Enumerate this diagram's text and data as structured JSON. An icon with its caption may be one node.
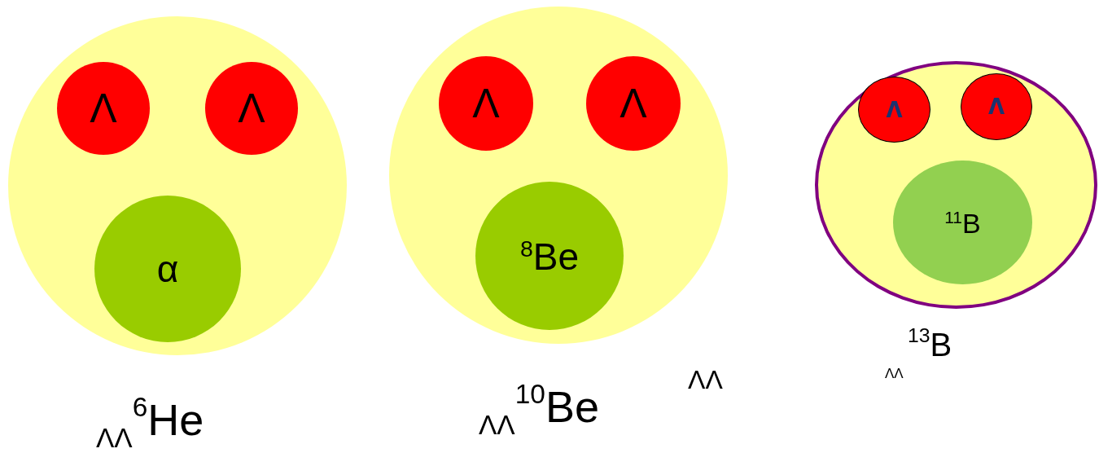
{
  "diagram": {
    "nodes": [
      {
        "text": [],
        "shape": "circle",
        "beside": [
          "$_{ΛΛ}$$^{6}$He"
        ]
      },
      {
        "text": [
          "Λ"
        ],
        "in": 0
      },
      {
        "text": [
          "Λ"
        ],
        "in": 0
      },
      {
        "text": [
          "α"
        ],
        "in": 0
      },
      {
        "text": [],
        "shape": "circle",
        "beside": [
          "$_{ΛΛ}$$^{10}$Be"
        ]
      },
      {
        "text": [
          "Λ"
        ],
        "in": 4
      },
      {
        "text": [
          "Λ"
        ],
        "in": 4
      },
      {
        "text": [
          "$^{8}$Be"
        ],
        "in": 4
      },
      {
        "text": [],
        "shape": "circle",
        "beside": [
          "$^{13}$B"
        ]
      },
      {
        "text": [
          "Λ"
        ],
        "in": 8
      },
      {
        "text": [
          "Λ"
        ],
        "in": 8
      },
      {
        "text": [
          "$^{11}$B"
        ],
        "in": 8
      }
    ],
    "edges": [],
    "labels": [
      "ΛΛ",
      "ΛΛ"
    ]
  }
}
